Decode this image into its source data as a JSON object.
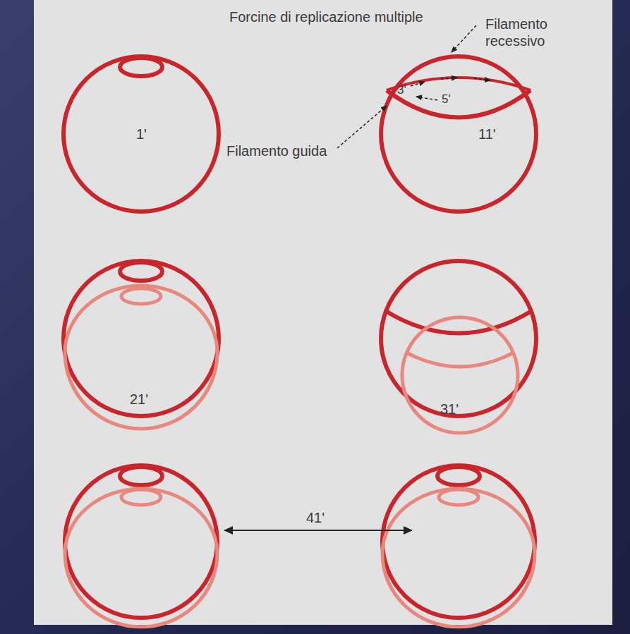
{
  "diagram": {
    "title": "Forcine di replicazione multiple",
    "labels": [
      "Filamento recessivo",
      "1'",
      "Filamento guida",
      "11'",
      "3'",
      "5'",
      "21'",
      "31'",
      "41'"
    ]
  }
}
